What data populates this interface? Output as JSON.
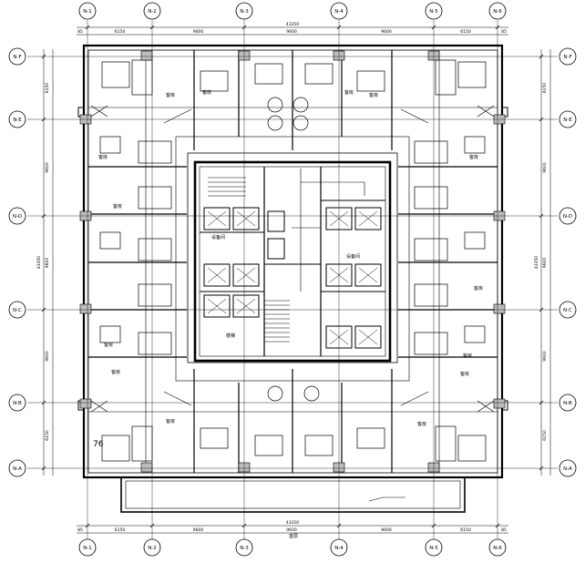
{
  "grid": {
    "columns": [
      "N-1",
      "N-2",
      "N-3",
      "N-4",
      "N-5",
      "N-6"
    ],
    "rows": [
      "N-F",
      "N-E",
      "N-D",
      "N-C",
      "N-B",
      "N-A"
    ]
  },
  "dimensions": {
    "overall_width": "43350",
    "overall_height": "43350",
    "column_spacing": [
      "6150",
      "9600",
      "9600",
      "9600",
      "6150"
    ],
    "row_spacing": [
      "6150",
      "9600",
      "9600",
      "9600",
      "6150"
    ],
    "ext_left": "85",
    "ext_right": "85"
  },
  "labels": {
    "bedroom": "客房",
    "bottom_caption": "首层",
    "machine_room": "设备间",
    "stair_note": "楼梯",
    "room_number": "76"
  },
  "colors": {
    "ink": "#000000",
    "wall_fill": "#cfcfcf",
    "core_fill": "#bdbdbd"
  }
}
